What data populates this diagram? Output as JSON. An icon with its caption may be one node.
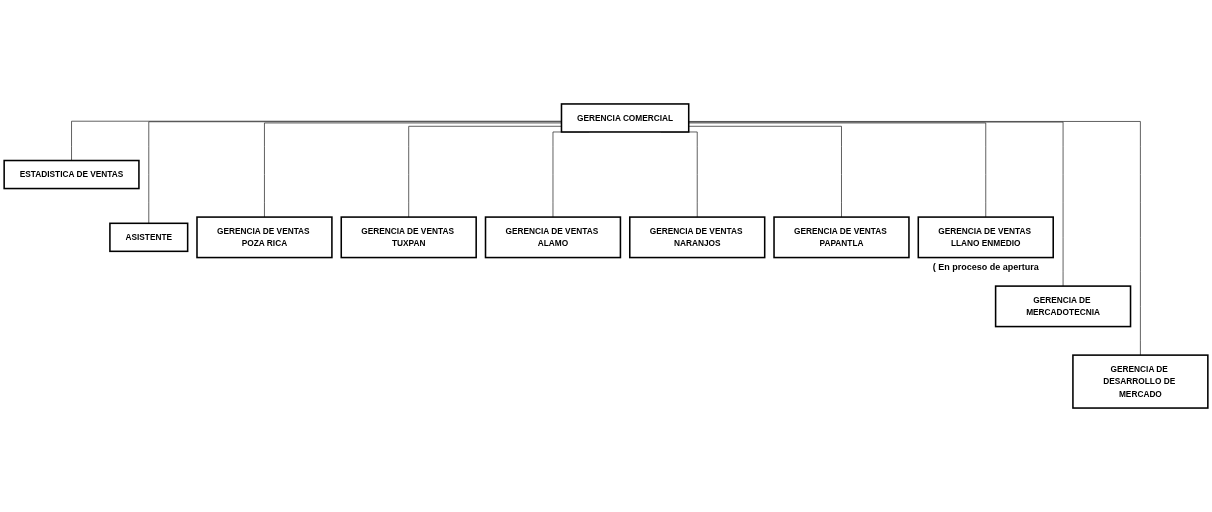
{
  "diagram": {
    "nodes": [
      {
        "text": [
          "GERENCIA COMERCIAL"
        ]
      },
      {
        "text": [
          "ESTADISTICA DE VENTAS"
        ]
      },
      {
        "text": [
          "ASISTENTE"
        ]
      },
      {
        "text": [
          "GERENCIA DE VENTAS POZA RICA"
        ]
      },
      {
        "text": [
          "GERENCIA DE VENTAS TUXPAN"
        ]
      },
      {
        "text": [
          "GERENCIA DE VENTAS ALAMO"
        ]
      },
      {
        "text": [
          "GERENCIA DE VENTAS NARANJOS"
        ]
      },
      {
        "text": [
          "GERENCIA DE VENTAS PAPANTLA"
        ]
      },
      {
        "text": [
          "GERENCIA DE VENTAS LLANO ENMEDIO"
        ],
        "beside": [
          "( En proceso de apertura"
        ]
      },
      {
        "text": [
          "GERENCIA DE MERCADOTECNIA"
        ]
      },
      {
        "text": [
          "GERENCIA DE DESARROLLO DE MERCADO"
        ]
      }
    ],
    "edges": [
      {
        "from": 0,
        "to": 1,
        "arrow": "none"
      },
      {
        "from": 0,
        "to": 2,
        "arrow": "none"
      },
      {
        "from": 0,
        "to": 3,
        "arrow": "none"
      },
      {
        "from": 0,
        "to": 4,
        "arrow": "none"
      },
      {
        "from": 0,
        "to": 5,
        "arrow": "none"
      },
      {
        "from": 0,
        "to": 6,
        "arrow": "none"
      },
      {
        "from": 0,
        "to": 7,
        "arrow": "none"
      },
      {
        "from": 0,
        "to": 8,
        "arrow": "none"
      },
      {
        "from": 0,
        "to": 9,
        "arrow": "none"
      },
      {
        "from": 0,
        "to": 10,
        "arrow": "none"
      }
    ]
  }
}
